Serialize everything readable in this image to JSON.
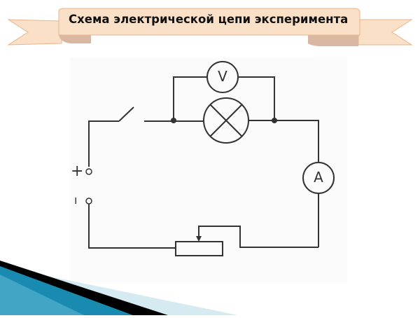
{
  "slide": {
    "title": "Схема электрической цепи эксперимента"
  },
  "banner": {
    "fill_color": "#fbe0c8",
    "shadow_color": "#d8b8a0",
    "edge_color": "#e8b48c"
  },
  "circuit": {
    "voltmeter_label": "V",
    "ammeter_label": "A",
    "terminal_plus": "+",
    "terminal_minus": "ı",
    "components": [
      "switch",
      "lamp",
      "voltmeter",
      "ammeter",
      "rheostat",
      "power-terminals"
    ],
    "line_color": "#333333"
  },
  "decor": {
    "wave_color": "#1a8bb0",
    "wave_dark": "#000000",
    "wave_light": "#cfe6ef"
  }
}
